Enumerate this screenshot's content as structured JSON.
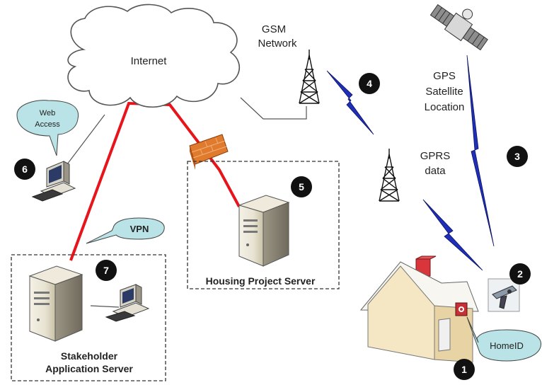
{
  "labels": {
    "internet": "Internet",
    "gsm_line1": "GSM",
    "gsm_line2": "Network",
    "gps_line1": "GPS",
    "gps_line2": "Satellite",
    "gps_line3": "Location",
    "gprs_line1": "GPRS",
    "gprs_line2": "data",
    "web_access_line1": "Web",
    "web_access_line2": "Access",
    "vpn": "VPN",
    "homeid": "HomeID",
    "housing_server": "Housing Project Server",
    "stakeholder_line1": "Stakeholder",
    "stakeholder_line2": "Application Server"
  },
  "steps": [
    "1",
    "2",
    "3",
    "4",
    "5",
    "6",
    "7"
  ],
  "colors": {
    "vpn_link": "#e8141b",
    "radio_link": "#1f2fb8",
    "callout_fill": "#b9e3e6",
    "step_badge": "#111111",
    "firewall": "#e07a2c",
    "house_wall": "#f5e6c4",
    "house_roof": "#f8f6f0",
    "chimney": "#d9363b"
  }
}
